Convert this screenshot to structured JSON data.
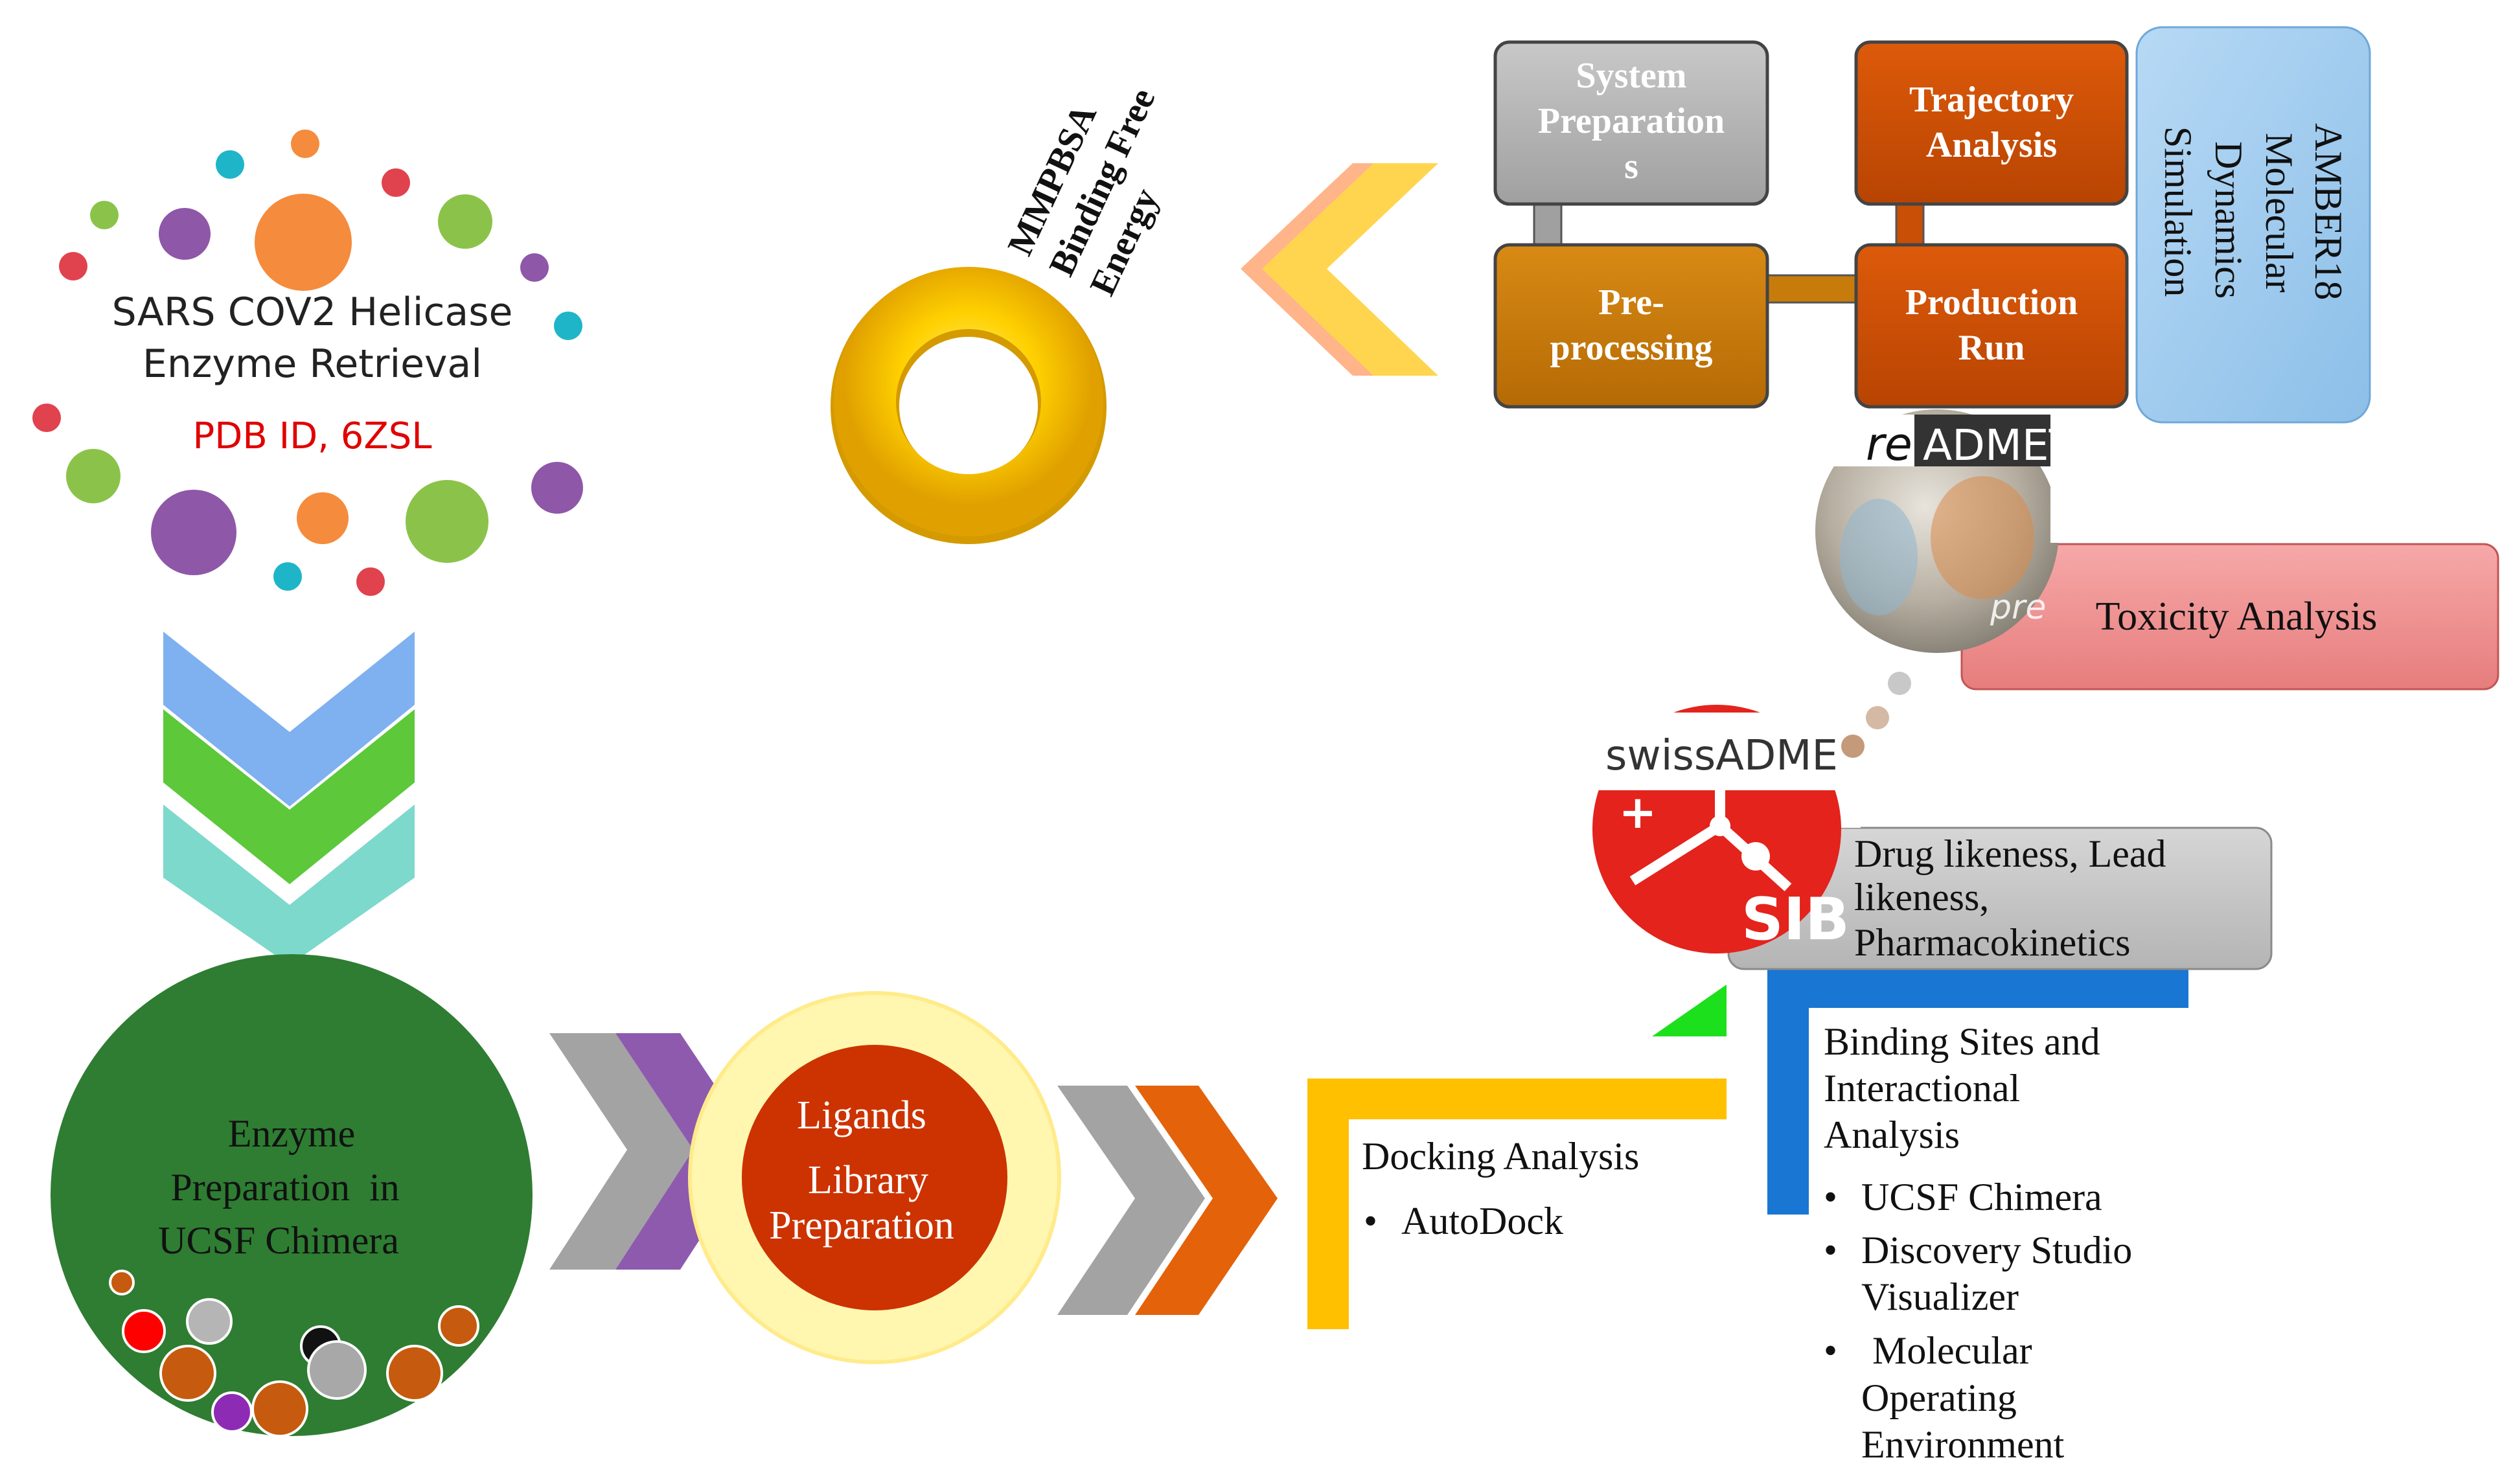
{
  "retrieval": {
    "line1": "SARS COV2 Helicase",
    "line2": "Enzyme Retrieval",
    "pdb": "PDB ID, 6ZSL"
  },
  "preparation": {
    "line1": "Enzyme",
    "line2": "Preparation  in",
    "line3": "UCSF Chimera"
  },
  "ligands": {
    "line1": "Ligands",
    "line2": "Library",
    "line3": "Preparation"
  },
  "docking": {
    "title": "Docking Analysis",
    "item": "AutoDock"
  },
  "binding": {
    "line1": "Binding Sites and",
    "line2": "Interactional",
    "line3": "Analysis",
    "items": [
      "UCSF Chimera",
      "Discovery Studio",
      "Visualizer",
      "Molecular",
      "Operating",
      "Environment"
    ]
  },
  "druglikeness": {
    "line1": "Drug likeness, Lead",
    "line2": "likeness,",
    "line3": "Pharmacokinetics"
  },
  "swiss": {
    "name": "swissADME",
    "cross": "+",
    "sib": "SIB"
  },
  "pkcsm": {
    "left": "re",
    "right": "ADMET",
    "small": "pre"
  },
  "toxicity": {
    "label": "Toxicity Analysis"
  },
  "amber": {
    "line1": "AMBER18",
    "line2": "Molecular",
    "line3": "Dynamics",
    "line4": "Simulation"
  },
  "md_steps": {
    "system": [
      "System",
      "Preparation",
      "s"
    ],
    "preprocessing": [
      "Pre-",
      "processing"
    ],
    "production": [
      "Production",
      "Run"
    ],
    "trajectory": [
      "Trajectory",
      "Analysis"
    ]
  },
  "mmpbsa": {
    "line1": "MMPBSA",
    "line2": "Binding Free",
    "line3": "Energy"
  },
  "colors": {
    "enzyme_green": "#2E7D32",
    "ligand_red": "#CC3300",
    "docking_yellow": "#FFC000",
    "binding_blue": "#1976D2",
    "amber_blue": "#9DC8EB",
    "toxicity_pink": "#F08C8C",
    "md_grey": "#B0B0B0",
    "md_brown": "#C77B0A",
    "md_orange": "#C94F06",
    "pdb_red": "#E00000"
  }
}
